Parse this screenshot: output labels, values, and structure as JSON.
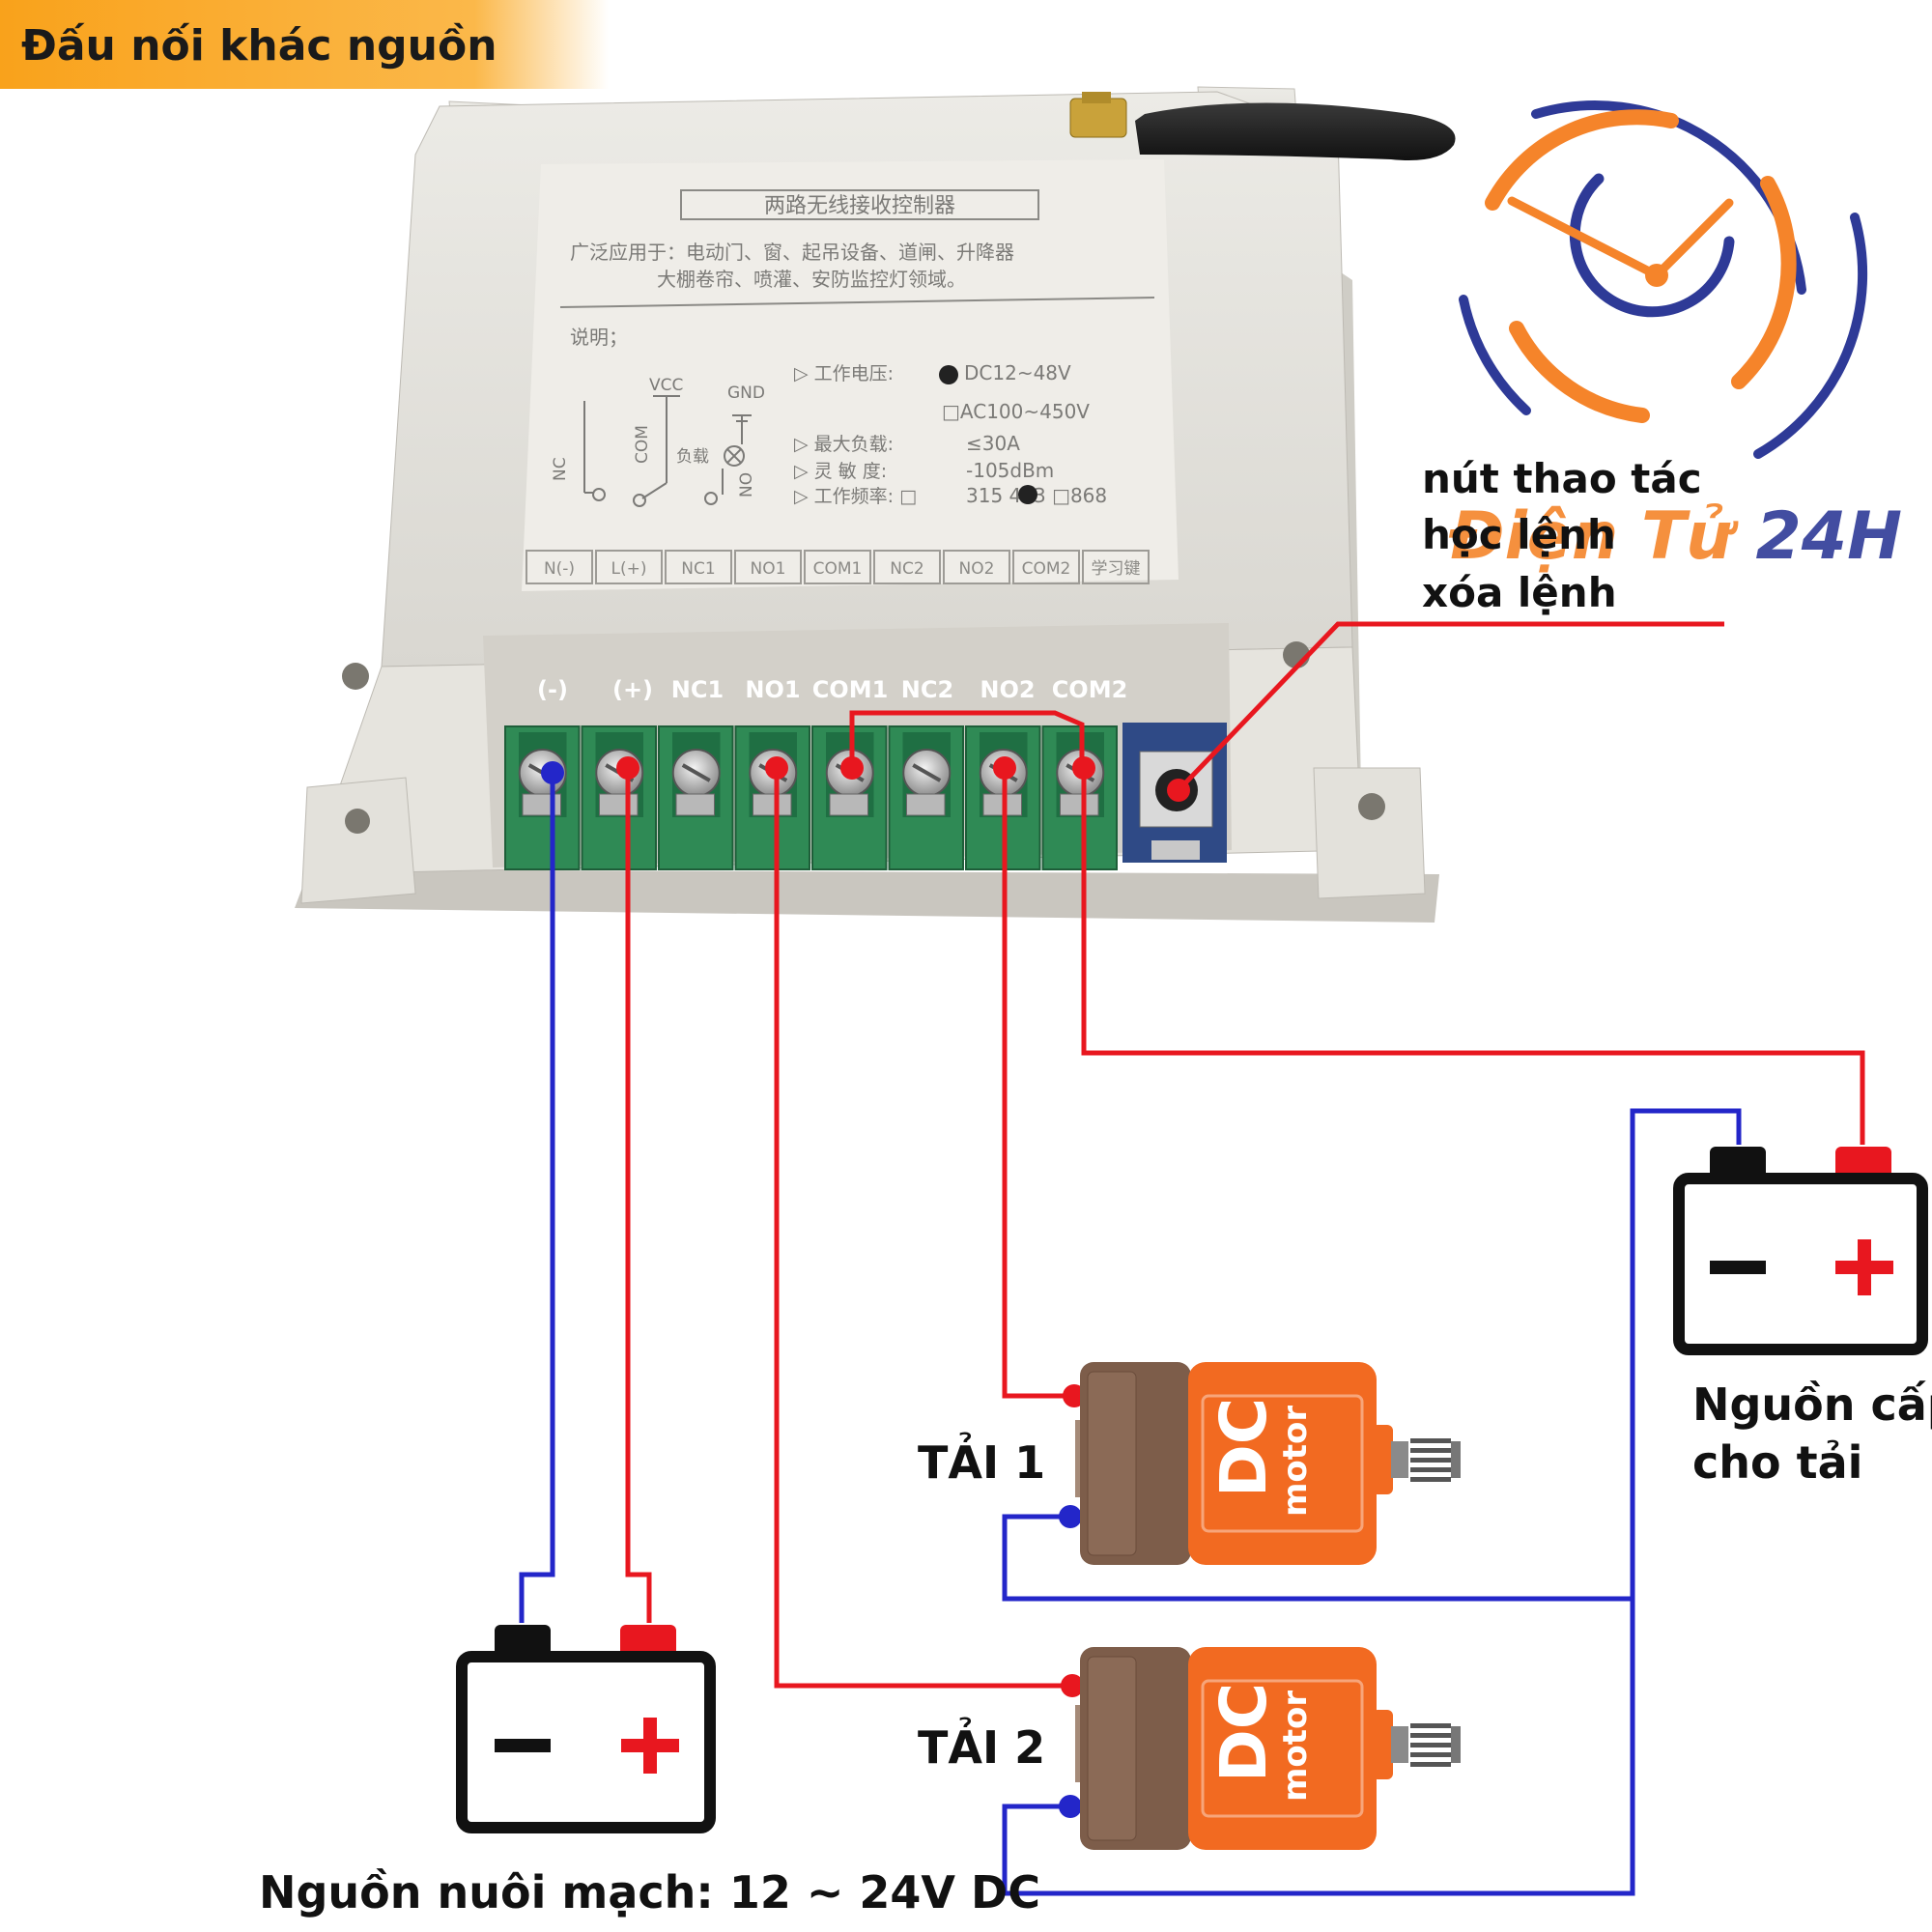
{
  "header": {
    "title": "Đấu nối khác nguồn",
    "bg_from": "#f9a21b",
    "bg_to": "#ffffff"
  },
  "logo": {
    "brand_a": "Điện Tử ",
    "brand_b": "24H",
    "color_orange": "#f5842a",
    "color_blue": "#2e3a97"
  },
  "board": {
    "title_zh": "两路无线接收控制器",
    "apply_line1": "广泛应用于：电动门、窗、起吊设备、道闸、升降器",
    "apply_line2": "大棚卷帘、喷灌、安防监控灯领域。",
    "note": "说明；",
    "sym_vcc": "VCC",
    "sym_gnd": "GND",
    "sym_nc": "NC",
    "sym_com": "COM",
    "sym_no": "NO",
    "sym_load": "负载",
    "spec_voltage_label": "▷ 工作电压:",
    "spec_voltage_dc": "DC12~48V",
    "spec_voltage_ac": "□AC100~450V",
    "spec_load_label": "▷ 最大负载:",
    "spec_load_val": "≤30A",
    "spec_sens_label": "▷ 灵 敏 度:",
    "spec_sens_val": "-105dBm",
    "spec_freq_label": "▷ 工作频率: □",
    "spec_freq_val": "315   433 □868",
    "strip_labels": [
      "N(-)",
      "L(+)",
      "NC1",
      "NO1",
      "COM1",
      "NC2",
      "NO2",
      "COM2",
      "学习键"
    ],
    "terminal_labels": [
      "(-)",
      "(+)",
      "NC1",
      "NO1",
      "COM1",
      "NC2",
      "NO2",
      "COM2"
    ]
  },
  "annotation": {
    "line1": "nút thao tác",
    "line2": "học lệnh",
    "line3": "xóa lệnh"
  },
  "loads": [
    {
      "label": "TẢI 1",
      "motor_big": "DC",
      "motor_small": "motor"
    },
    {
      "label": "TẢI 2",
      "motor_big": "DC",
      "motor_small": "motor"
    }
  ],
  "power_main": {
    "label": "Nguồn nuôi mạch: 12 ~ 24V DC"
  },
  "power_load": {
    "line1": "Nguồn cấp",
    "line2": "cho tải"
  },
  "colors": {
    "wire_red": "#e8171f",
    "wire_blue": "#2326c9",
    "terminal_green": "#2f8a55",
    "motor_orange": "#f26a21",
    "motor_brown": "#7d5d4a"
  }
}
